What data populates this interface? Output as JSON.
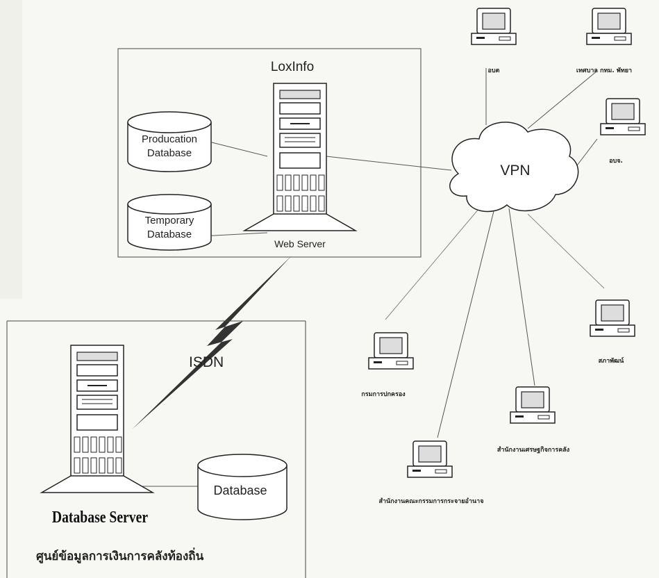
{
  "diagram": {
    "loxinfo_title": "LoxInfo",
    "production_db": {
      "line1": "Producation",
      "line2": "Database"
    },
    "temporary_db": {
      "line1": "Temporary",
      "line2": "Database"
    },
    "web_server_label": "Web Server",
    "vpn_label": "VPN",
    "isdn_label": "ISDN",
    "database_label": "Database",
    "database_server_label": "Database Server",
    "center_title": "ศูนย์ข้อมูลการเงินการคลังท้องถิ่น",
    "clients": {
      "obt": "อบต",
      "municipality": "เทศบาล กทม. พัทยา",
      "obj": "อบจ.",
      "council": "สภาพัฒน์",
      "dopa": "กรมการปกครอง",
      "fiscal_office": "สำนักงานเศรษฐกิจการคลัง",
      "decentralization_office": "สำนักงานคณะกรรมการกระจายอำนาจ"
    }
  }
}
